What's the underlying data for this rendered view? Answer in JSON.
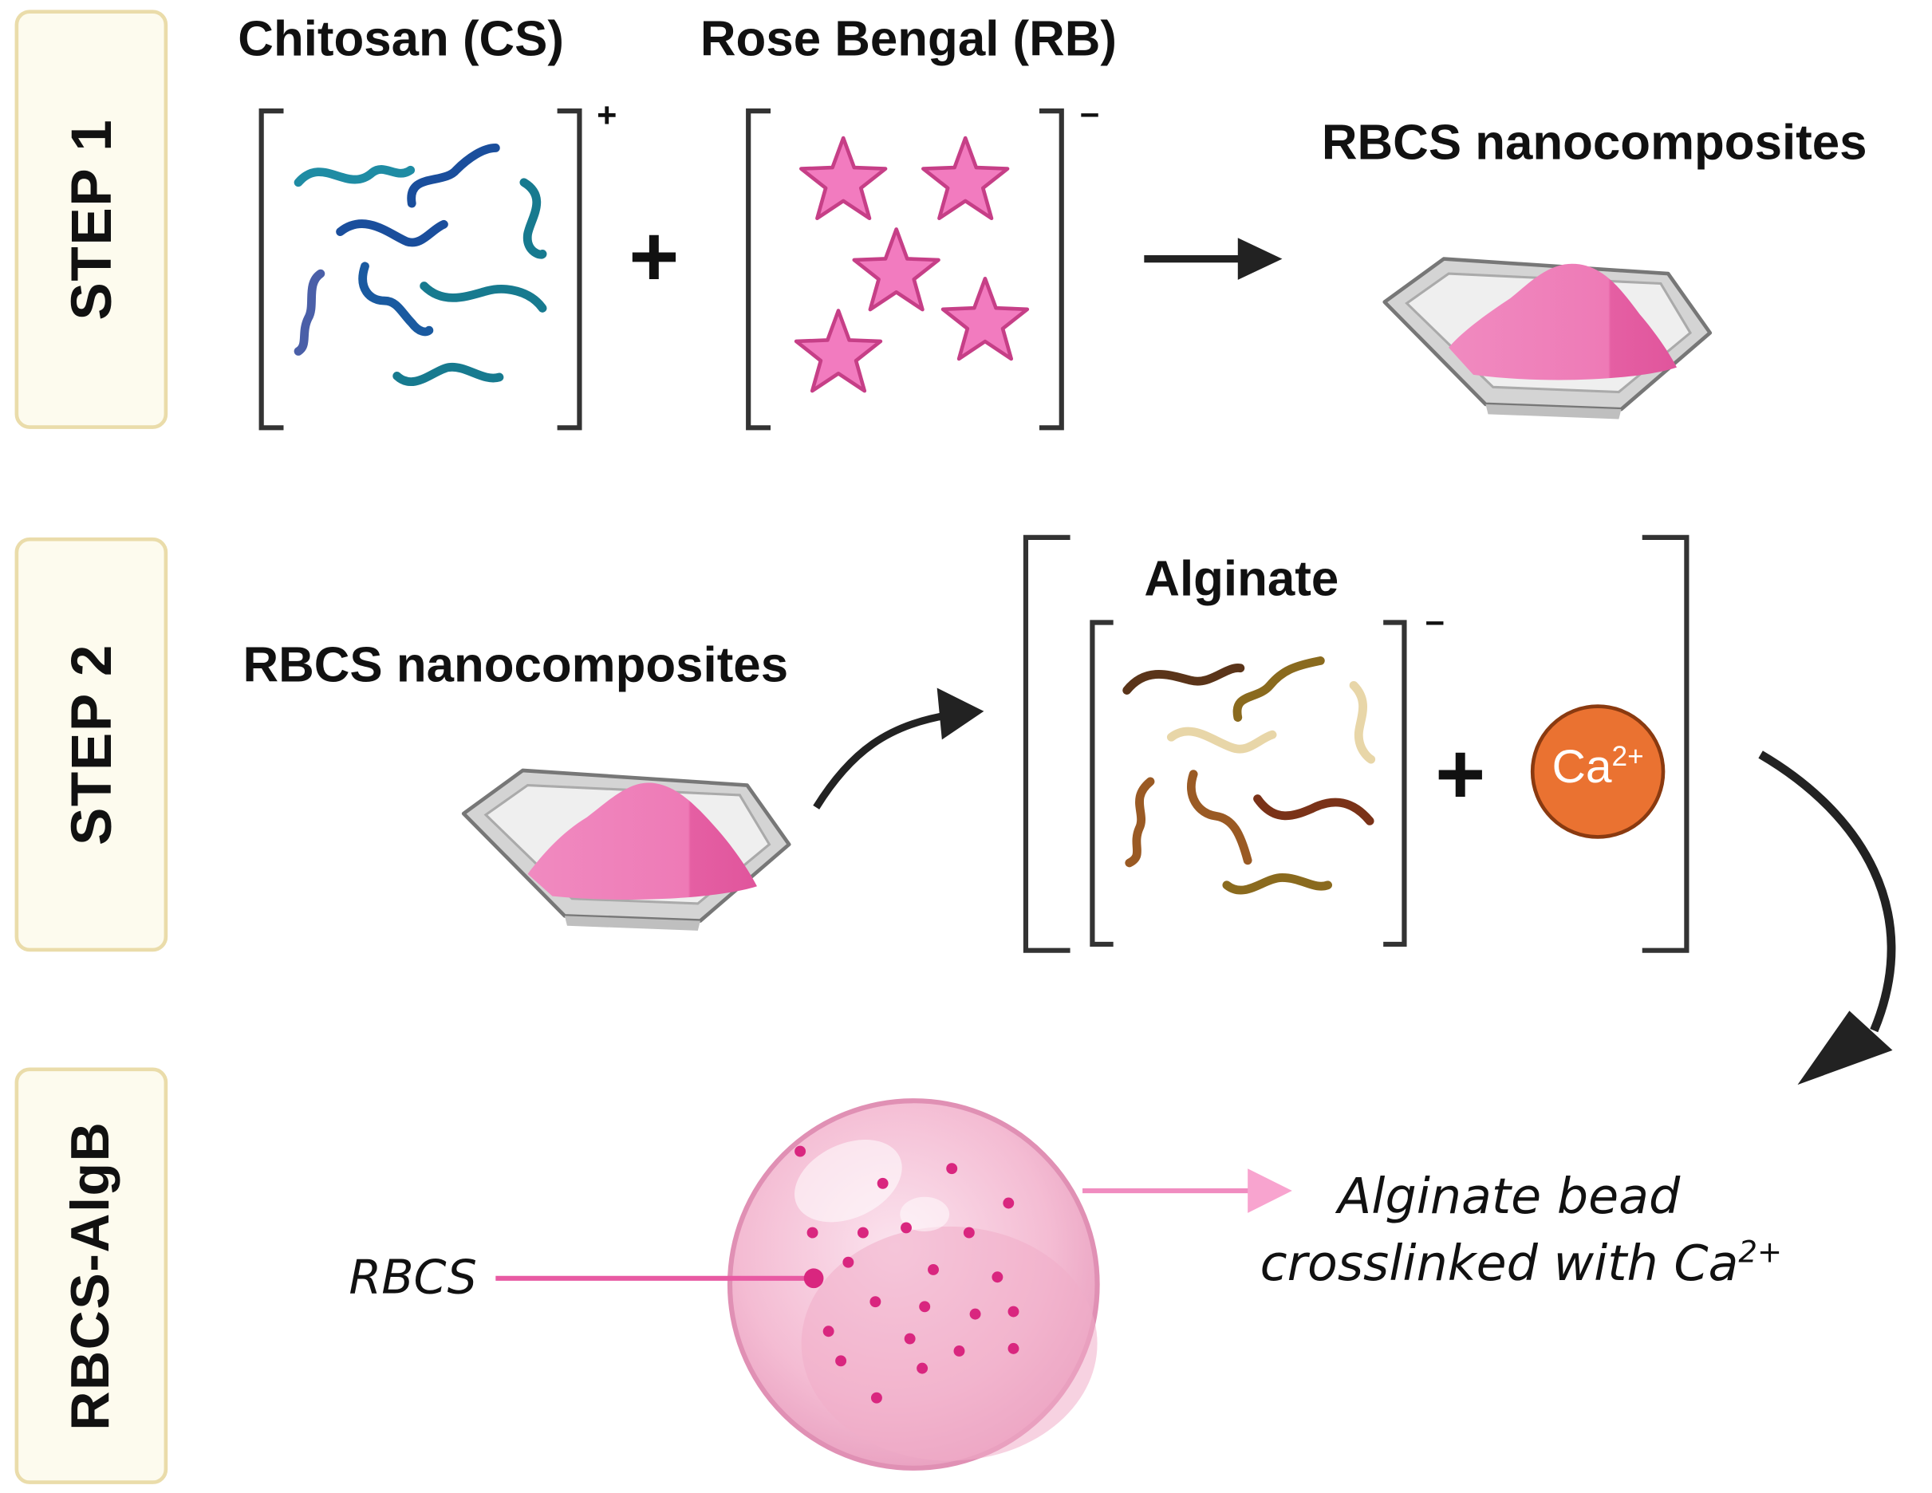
{
  "steps": {
    "step1": "STEP 1",
    "step2": "STEP 2",
    "step3": "RBCS-AlgB"
  },
  "step1": {
    "chitosan_label": "Chitosan (CS)",
    "chitosan_charge": "+",
    "rose_bengal_label": "Rose Bengal (RB)",
    "rose_bengal_charge": "–",
    "plus": "+",
    "product_label": "RBCS nanocomposites"
  },
  "step2": {
    "input_label": "RBCS nanocomposites",
    "alginate_label": "Alginate",
    "alginate_charge": "–",
    "plus": "+",
    "calcium_ion": "Ca",
    "calcium_charge": "2+"
  },
  "step3": {
    "rbcs_pointer_label": "RBCS",
    "bead_label_line1": "Alginate bead",
    "bead_label_line2": "crosslinked with Ca",
    "bead_label_charge": "2+"
  },
  "colors": {
    "step_box_fill": "#fdfbee",
    "step_box_border": "#eadcaa",
    "chitosan_strands": [
      "#1f8ca4",
      "#1a4e9c",
      "#177a8f",
      "#4a5fa8"
    ],
    "rose_bengal_star": "#f27bbf",
    "powder_pink": "#ec6fb0",
    "alginate_strands": [
      "#5a3419",
      "#8a6a1e",
      "#e8d6a8",
      "#9a5a24",
      "#7a3218"
    ],
    "calcium_ion": "#ea7231",
    "bead_pink": "#f6c3d8",
    "rbcs_dot": "#d9267f",
    "pointer_pink": "#e85aa3"
  }
}
